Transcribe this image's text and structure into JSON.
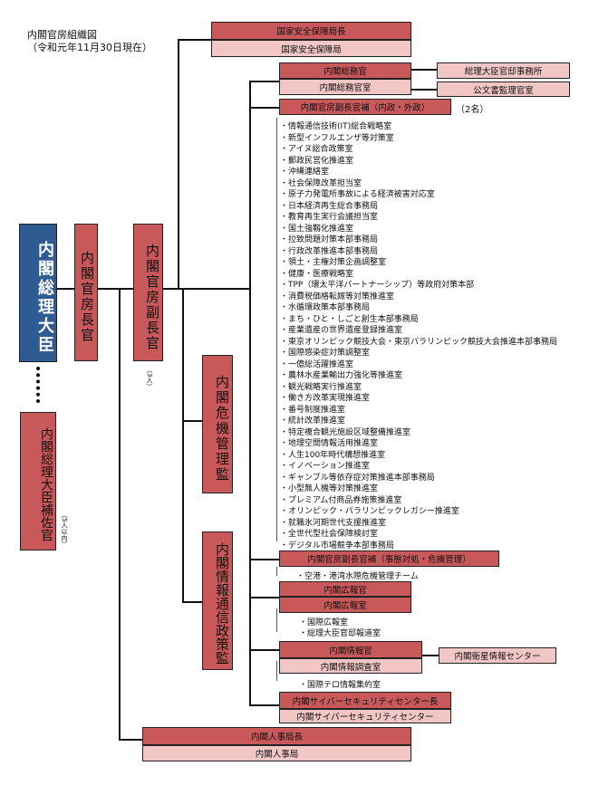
{
  "title": {
    "line1": "内閣官房組織図",
    "line2": "（令和元年11月30日現在）"
  },
  "boxes": {
    "pm": "内閣総理大臣",
    "pm_aide": "内閣総理大臣補佐官",
    "pm_aide_note": "（5人以内）",
    "chief_cabinet_secretary": "内閣官房長官",
    "deputy_chief": "内閣官房副長官",
    "deputy_chief_note": "（3人）",
    "crisis_mgmt": "内閣危機管理監",
    "info_policy": "内閣情報通信政策監",
    "nss_head": "国家安全保障局長",
    "nss_bureau": "国家安全保障局",
    "gen_affairs": "内閣総務官",
    "gen_affairs_office": "内閣総務官室",
    "pm_residence_office": "総理大臣官邸事務所",
    "archives_office": "公文書監理官室",
    "asst_domestic_foreign": "内閣官房副長官補（内政・外政）",
    "asst_count": "（2名）",
    "asst_crisis": "内閣官房副長官補（事態対処・危機管理）",
    "pr_secretary": "内閣広報官",
    "pr_office": "内閣広報室",
    "intel_officer": "内閣情報官",
    "intel_office": "内閣情報調査室",
    "satellite_center": "内閣衛星情報センター",
    "cyber_head": "内閣サイバーセキュリティセンター長",
    "cyber_center": "内閣サイバーセキュリティセンター",
    "personnel_head": "内閣人事局長",
    "personnel_bureau": "内閣人事局"
  },
  "offices": [
    "・情報通信技術(IT)総合戦略室",
    "・新型インフルエンザ等対策室",
    "・アイヌ総合政策室",
    "・郵政民営化推進室",
    "・沖縄連絡室",
    "・社会保障改革担当室",
    "・原子力発電所事故による経済被害対応室",
    "・日本経済再生総合事務局",
    "・教育再生実行会議担当室",
    "・国土強靱化推進室",
    "・拉致問題対策本部事務局",
    "・行政改革推進本部事務局",
    "・領土・主権対策企画調整室",
    "・健康・医療戦略室",
    "・TPP（環太平洋パートナーシップ）等政府対策本部",
    "・消費税価格転嫁等対策推進室",
    "・水循環政策本部事務局",
    "・まち・ひと・しごと創生本部事務局",
    "・産業遺産の世界遺産登録推進室",
    "・東京オリンピック競技大会・東京パラリンピック競技大会推進本部事務局",
    "・国際感染症対策調整室",
    "・一億総活躍推進室",
    "・農林水産業輸出力強化等推進室",
    "・観光戦略実行推進室",
    "・働き方改革実現推進室",
    "・番号制度推進室",
    "・統計改革推進室",
    "・特定複合観光施設区域整備推進室",
    "・地理空間情報活用推進室",
    "・人生100年時代構想推進室",
    "・イノベーション推進室",
    "・ギャンブル等依存症対策推進本部事務局",
    "・小型無人機等対策推進室",
    "・プレミアム付商品券施策推進室",
    "・オリンピック・パラリンピックレガシー推進室",
    "・就職氷河期世代支援推進室",
    "・全世代型社会保障検討室",
    "・デジタル市場競争本部事務局"
  ],
  "crisis_items": [
    "・空港・港湾水際危機管理チーム"
  ],
  "pr_items": [
    "・国際広報室",
    "・総理大臣官邸報道室"
  ],
  "intel_items": [
    "・国際テロ情報集約室"
  ]
}
